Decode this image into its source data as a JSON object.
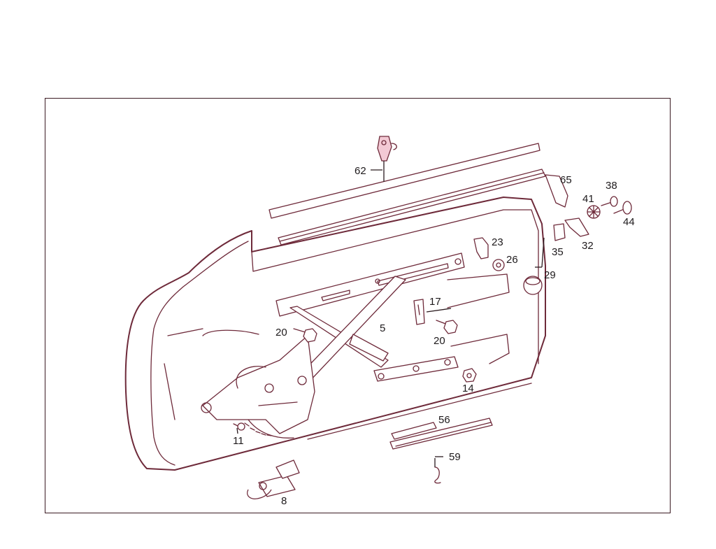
{
  "diagram": {
    "callouts": [
      {
        "id": "c62",
        "text": "62"
      },
      {
        "id": "c65",
        "text": "65"
      },
      {
        "id": "c38",
        "text": "38"
      },
      {
        "id": "c41",
        "text": "41"
      },
      {
        "id": "c44",
        "text": "44"
      },
      {
        "id": "c23",
        "text": "23"
      },
      {
        "id": "c26",
        "text": "26"
      },
      {
        "id": "c35",
        "text": "35"
      },
      {
        "id": "c32",
        "text": "32"
      },
      {
        "id": "c29",
        "text": "29"
      },
      {
        "id": "c17",
        "text": "17"
      },
      {
        "id": "c5",
        "text": "5"
      },
      {
        "id": "c20a",
        "text": "20"
      },
      {
        "id": "c20b",
        "text": "20"
      },
      {
        "id": "c14",
        "text": "14"
      },
      {
        "id": "c11",
        "text": "11"
      },
      {
        "id": "c56",
        "text": "56"
      },
      {
        "id": "c59",
        "text": "59"
      },
      {
        "id": "c8",
        "text": "8"
      }
    ]
  }
}
